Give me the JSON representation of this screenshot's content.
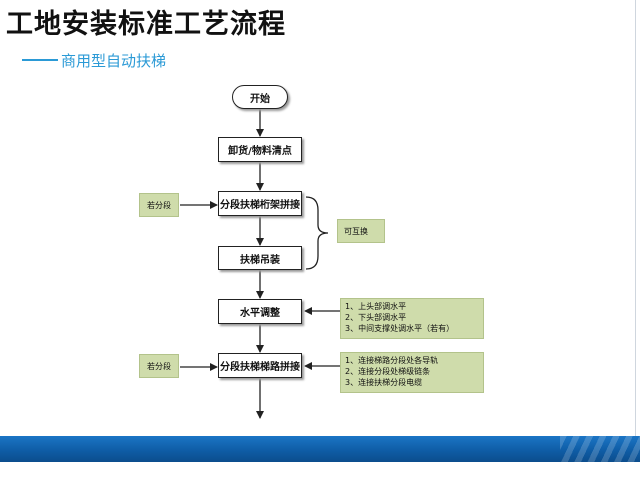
{
  "title": "工地安装标准工艺流程",
  "subtitle": "商用型自动扶梯",
  "flow": {
    "nodes": [
      {
        "id": "start",
        "label": "开始"
      },
      {
        "id": "unload",
        "label": "卸货/物料清点"
      },
      {
        "id": "truss",
        "label": "分段扶梯桁架拼接"
      },
      {
        "id": "hoist",
        "label": "扶梯吊装"
      },
      {
        "id": "level",
        "label": "水平调整"
      },
      {
        "id": "step",
        "label": "分段扶梯梯路拼接"
      }
    ],
    "notes": {
      "segmented_1": "若分段",
      "interchange": "可互换",
      "level_items": [
        "1、上头部调水平",
        "2、下头部调水平",
        "3、中间支撑处调水平（若有）"
      ],
      "segmented_2": "若分段",
      "step_items": [
        "1、连接梯路分段处各导轨",
        "2、连接分段处梯级链条",
        "3、连接扶梯分段电缆"
      ]
    }
  }
}
